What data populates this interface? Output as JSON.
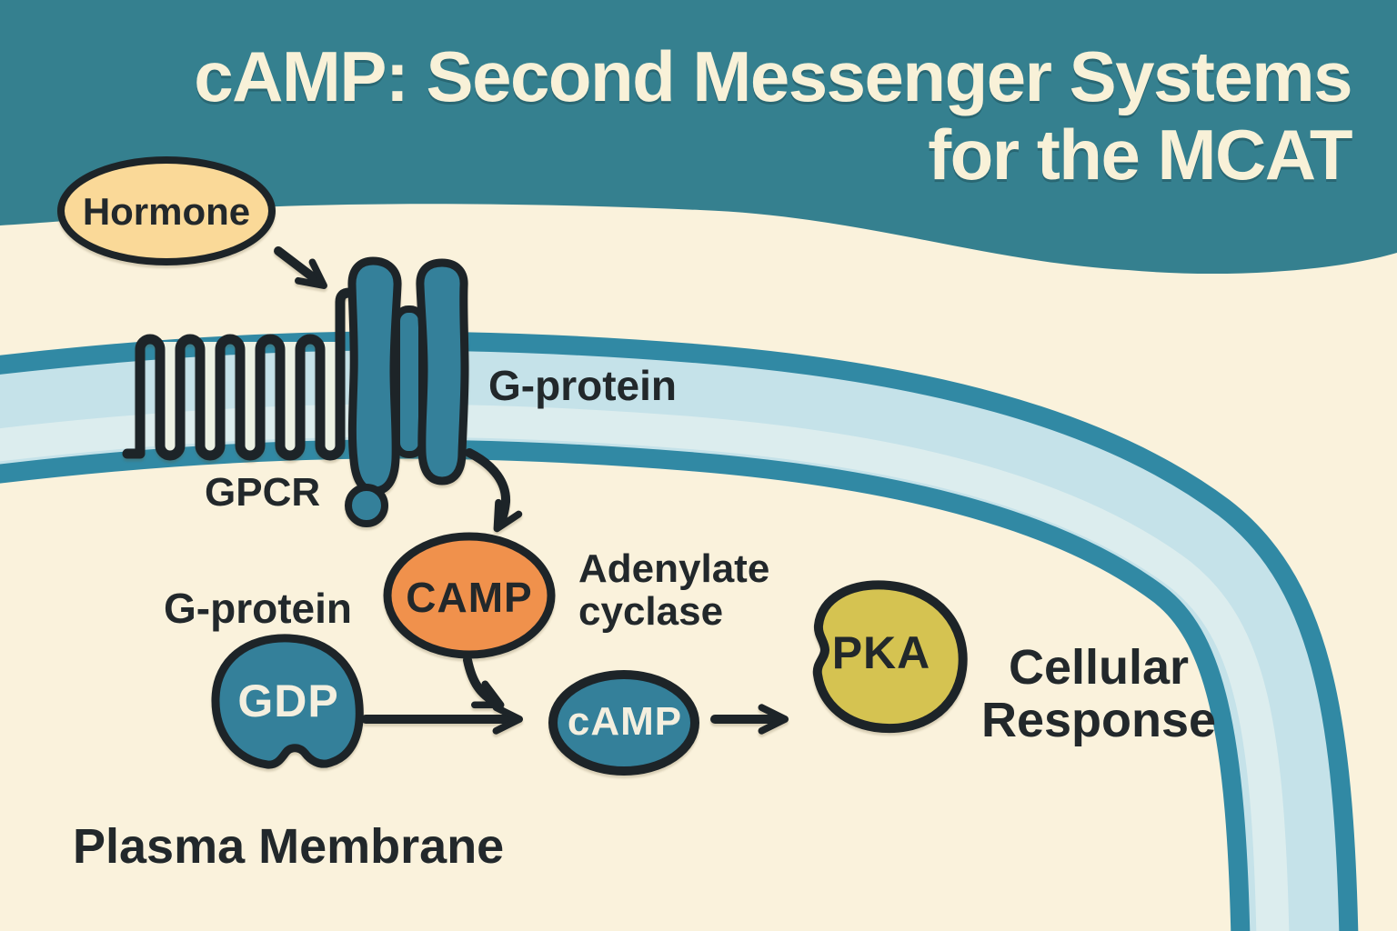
{
  "title": {
    "line1": "cAMP: Second Messenger Systems",
    "line2": "for the MCAT"
  },
  "labels": {
    "hormone": "Hormone",
    "g_protein_membrane": "G-protein",
    "gpcr": "GPCR",
    "adenylate_cyclase_line1": "Adenylate",
    "adenylate_cyclase_line2": "cyclase",
    "adenylate_cyclase_blob": "CAMP",
    "g_protein_lower": "G-protein",
    "gdp": "GDP",
    "camp_messenger": "cAMP",
    "pka": "PKA",
    "cellular_response_line1": "Cellular",
    "cellular_response_line2": "Response",
    "plasma_membrane": "Plasma Membrane"
  },
  "colors": {
    "header_teal": "#35808f",
    "cream": "#faf2dc",
    "membrane_edge": "#3189a4",
    "membrane_fill": "#c5e2e9",
    "membrane_pale": "#dcedee",
    "serpentine_fill": "#ecf1e3",
    "shape_teal": "#34809a",
    "orange": "#f0914c",
    "hormone_fill": "#fad998",
    "pka_olive": "#d5c351",
    "outline": "#1d2428",
    "text_dark": "#22282b",
    "white_text": "#f4efdf",
    "title_cream": "#f8f1d8"
  }
}
